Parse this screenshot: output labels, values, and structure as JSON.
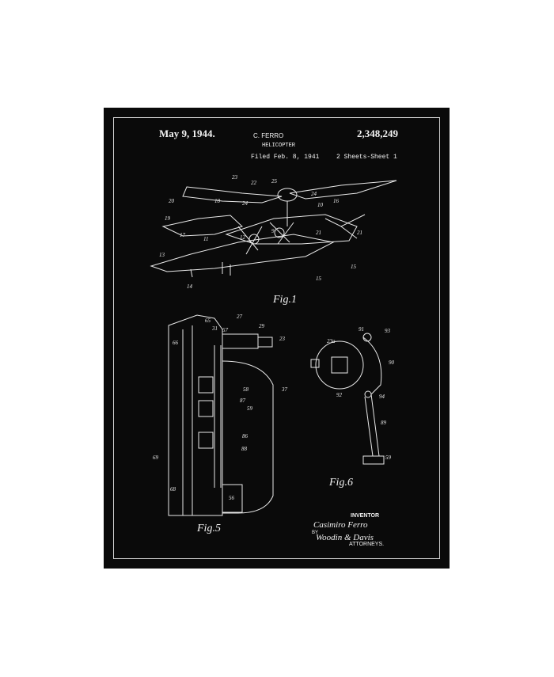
{
  "header": {
    "date": "May 9, 1944.",
    "inventor": "C. FERRO",
    "title": "HELICOPTER",
    "patent_number": "2,348,249",
    "filed": "Filed Feb. 8, 1941",
    "sheets": "2 Sheets-Sheet 1"
  },
  "figures": {
    "fig1": "Fig.1",
    "fig5": "Fig.5",
    "fig6": "Fig.6"
  },
  "signature": {
    "label": "INVENTOR",
    "inventor_signature": "Casimiro Ferro",
    "by": "BY",
    "attorney_signature": "Woodin & Davis",
    "attorneys": "ATTORNEYS."
  },
  "colors": {
    "background": "#0a0a0a",
    "ink": "#f2f2f2",
    "page": "#ffffff"
  }
}
